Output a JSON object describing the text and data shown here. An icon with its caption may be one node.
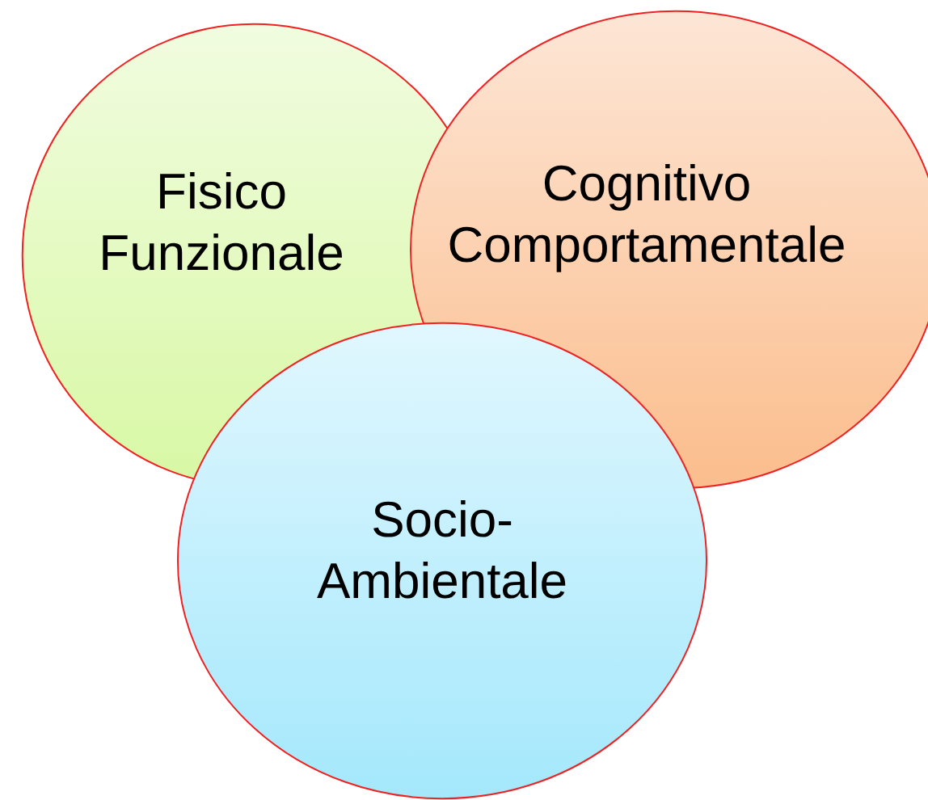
{
  "diagram": {
    "nodes": [
      {
        "text": [
          "Fisico Funzionale"
        ]
      },
      {
        "text": [
          "Cognitivo Comportamentale"
        ]
      },
      {
        "text": [
          "Socio- Ambientale"
        ]
      }
    ]
  }
}
